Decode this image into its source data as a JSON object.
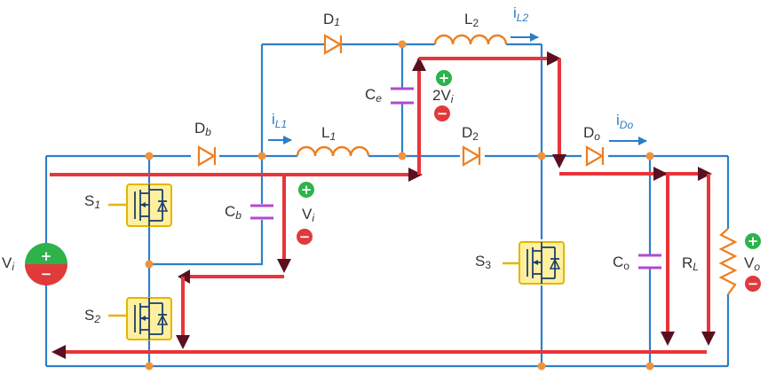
{
  "labels": {
    "D1": {
      "main": "D",
      "sub": "1"
    },
    "L2": {
      "main": "L",
      "sub": "2"
    },
    "iL2": {
      "main": "i",
      "sub": "L2"
    },
    "Ce": {
      "main": "C",
      "sub": "e"
    },
    "v2Vi": {
      "main": "2V",
      "sub": "i"
    },
    "Db": {
      "main": "D",
      "sub": "b"
    },
    "iL1": {
      "main": "i",
      "sub": "L1"
    },
    "L1": {
      "main": "L",
      "sub": "1"
    },
    "D2": {
      "main": "D",
      "sub": "2"
    },
    "Do": {
      "main": "D",
      "sub": "o"
    },
    "iDo": {
      "main": "i",
      "sub": "Do"
    },
    "S1": {
      "main": "S",
      "sub": "1"
    },
    "Cb": {
      "main": "C",
      "sub": "b"
    },
    "vVi": {
      "main": "V",
      "sub": "i"
    },
    "Vi_src": {
      "main": "V",
      "sub": "i"
    },
    "S3": {
      "main": "S",
      "sub": "3"
    },
    "Co": {
      "main": "C",
      "sub": "o"
    },
    "RL": {
      "main": "R",
      "sub": "L"
    },
    "Vo": {
      "main": "V",
      "sub": "o"
    },
    "S2": {
      "main": "S",
      "sub": "2"
    }
  },
  "signs": {
    "plus": "+",
    "minus": "−"
  },
  "colors": {
    "wire": "#2f7fc8",
    "current_flow": "#e8353a",
    "component": "#f07d1c",
    "capacitor": "#b04ad0",
    "switch": "#fff0a0",
    "positive": "#2db34a",
    "negative": "#e03a3a"
  }
}
